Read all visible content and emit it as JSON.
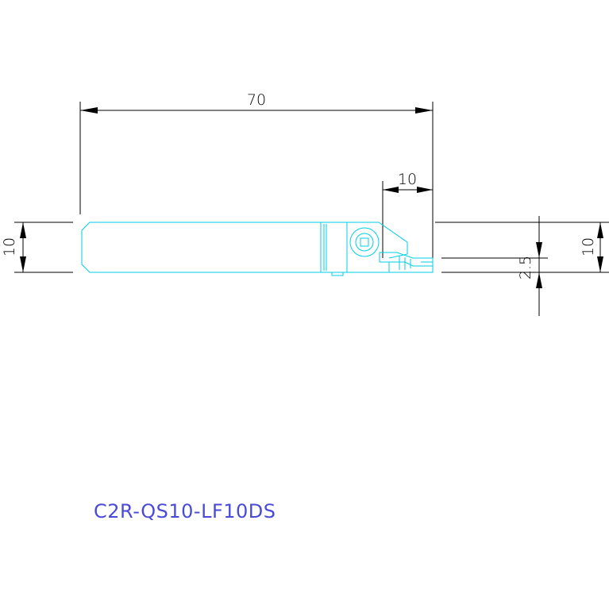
{
  "drawing": {
    "part_number": "C2R-QS10-LF10DS",
    "dimensions": {
      "overall_length": "70",
      "head_length": "10",
      "shank_height_left": "10",
      "shank_height_right": "10",
      "offset": "2.5"
    }
  },
  "colors": {
    "part": "#00cfe6",
    "dimension": "#000000",
    "title": "#4a4ad8"
  }
}
